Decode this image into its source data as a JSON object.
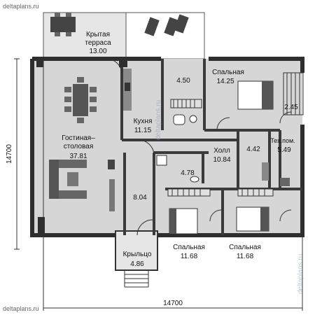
{
  "watermark": "deltaplans.ru",
  "dimensions": {
    "width": "14700",
    "depth": "14700"
  },
  "rooms": {
    "terrace": {
      "name_line1": "Крытая",
      "name_line2": "терраса",
      "area": "13.00"
    },
    "living": {
      "name_line1": "Гостиная–",
      "name_line2": "столовая",
      "area": "37.81"
    },
    "kitchen": {
      "name": "Кухня",
      "area": "11.15"
    },
    "closet1": {
      "area": "4.50"
    },
    "bedroom1": {
      "name": "Спальная",
      "area": "14.25"
    },
    "balcony": {
      "area": "2.45"
    },
    "hall": {
      "name": "Холл",
      "area": "10.84"
    },
    "closet2": {
      "area": "4.42"
    },
    "techroom": {
      "name": "Тех.пом.",
      "area": "5.49"
    },
    "bath": {
      "area": "4.78"
    },
    "corridor": {
      "area": "8.04"
    },
    "porch": {
      "name": "Крыльцо",
      "area": "4.86"
    },
    "bedroom2": {
      "name": "Спальная",
      "area": "11.68"
    },
    "bedroom3": {
      "name": "Спальная",
      "area": "11.68"
    }
  },
  "colors": {
    "wall": "#3a3a3a",
    "floor": "#cfcfcf",
    "terrace": "#e6e6e6",
    "furniture": "#9a9a9a"
  }
}
